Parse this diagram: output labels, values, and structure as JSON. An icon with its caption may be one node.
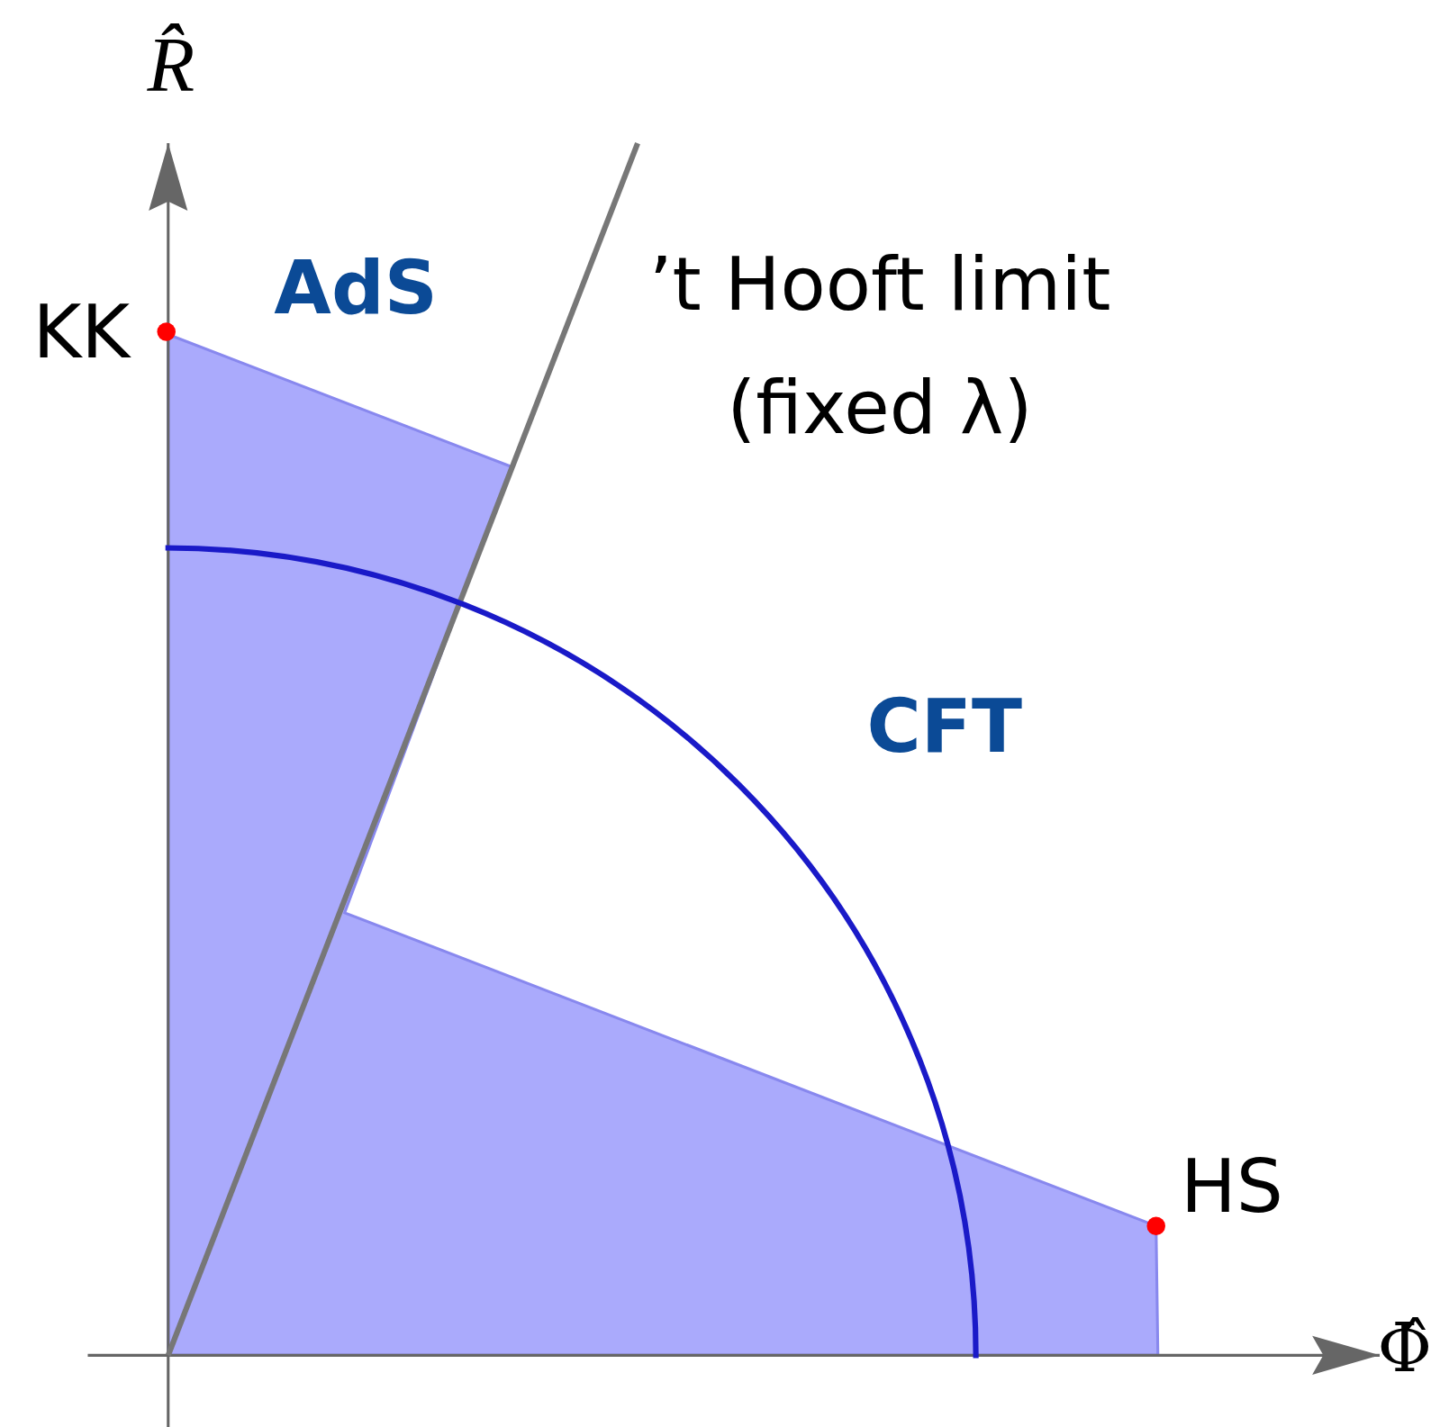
{
  "diagram": {
    "labels": [
      "R̂",
      "AdS",
      "’t Hooft limit",
      "KK",
      "(fixed λ)",
      "CFT",
      "HS",
      "Φ̂"
    ]
  }
}
